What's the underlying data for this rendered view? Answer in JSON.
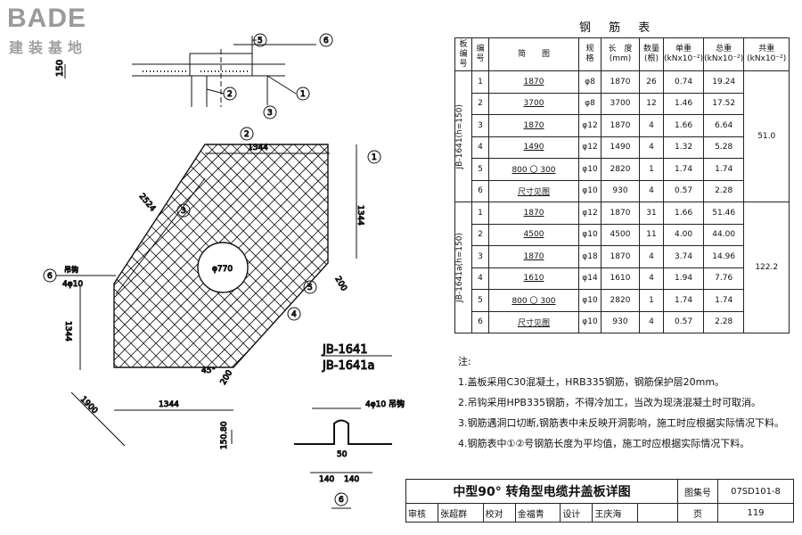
{
  "logo": {
    "main": "BADE",
    "sub": "建装基地"
  },
  "table": {
    "title": "钢 筋 表",
    "headers": {
      "plate": "板\n编\n号",
      "no": "编\n号",
      "sketch": "简　　图",
      "spec": "规\n格",
      "length": "长　度\n(mm)",
      "count": "数量\n(根)",
      "unit_w": "单重\n(kNx10⁻²)",
      "total_w": "总重\n(kNx10⁻²)",
      "sum_w": "共重\n(kNx10⁻²)"
    },
    "groups": [
      {
        "plate": "JB-1641(h=150)",
        "sum": "51.0",
        "rows": [
          {
            "no": "1",
            "sketch": "1870",
            "spec": "φ8",
            "length": "1870",
            "count": "26",
            "unit": "0.74",
            "total": "19.24"
          },
          {
            "no": "2",
            "sketch": "3700",
            "spec": "φ8",
            "length": "3700",
            "count": "12",
            "unit": "1.46",
            "total": "17.52"
          },
          {
            "no": "3",
            "sketch": "1870",
            "spec": "φ12",
            "length": "1870",
            "count": "4",
            "unit": "1.66",
            "total": "6.64"
          },
          {
            "no": "4",
            "sketch": "1490",
            "spec": "φ12",
            "length": "1490",
            "count": "4",
            "unit": "1.32",
            "total": "5.28"
          },
          {
            "no": "5",
            "sketch": "800 〇 300",
            "spec": "φ10",
            "length": "2820",
            "count": "1",
            "unit": "1.74",
            "total": "1.74"
          },
          {
            "no": "6",
            "sketch": "尺寸见图",
            "spec": "φ10",
            "length": "930",
            "count": "4",
            "unit": "0.57",
            "total": "2.28"
          }
        ]
      },
      {
        "plate": "JB-1641a(h=150)",
        "sum": "122.2",
        "rows": [
          {
            "no": "1",
            "sketch": "1870",
            "spec": "φ12",
            "length": "1870",
            "count": "31",
            "unit": "1.66",
            "total": "51.46"
          },
          {
            "no": "2",
            "sketch": "4500",
            "spec": "φ10",
            "length": "4500",
            "count": "11",
            "unit": "4.00",
            "total": "44.00"
          },
          {
            "no": "3",
            "sketch": "1870",
            "spec": "φ18",
            "length": "1870",
            "count": "4",
            "unit": "3.74",
            "total": "14.96"
          },
          {
            "no": "4",
            "sketch": "1610",
            "spec": "φ14",
            "length": "1610",
            "count": "4",
            "unit": "1.94",
            "total": "7.76"
          },
          {
            "no": "5",
            "sketch": "800 〇 300",
            "spec": "φ10",
            "length": "2820",
            "count": "1",
            "unit": "1.74",
            "total": "1.74"
          },
          {
            "no": "6",
            "sketch": "尺寸见图",
            "spec": "φ10",
            "length": "930",
            "count": "4",
            "unit": "0.57",
            "total": "2.28"
          }
        ]
      }
    ]
  },
  "notes": {
    "heading": "注:",
    "items": [
      "1.盖板采用C30混凝土，HRB335钢筋，钢筋保护层20mm。",
      "2.吊钩采用HPB335钢筋，不得冷加工，当改为现浇混凝土时可取消。",
      "3.钢筋遇洞口切断,钢筋表中未反映开洞影响，施工时应根据实际情况下料。",
      "4.钢筋表中①②号钢筋长度为平均值，施工时应根据实际情况下料。"
    ]
  },
  "drawing": {
    "dims": {
      "d150": "150",
      "d1344_top": "1344",
      "d2524": "2524",
      "d1344_right": "1344",
      "d200a": "200",
      "d1344_left": "1344",
      "d1900": "1900",
      "d1344_bottom": "1344",
      "d200b": "200",
      "angle": "45°",
      "hole": "φ770"
    },
    "callouts": [
      "1",
      "2",
      "3",
      "4",
      "5",
      "6"
    ],
    "hook_label": "吊钩",
    "hook_spec": "4φ10",
    "plate_label_1": "JB-1641",
    "plate_label_2": "JB-1641a",
    "detail": {
      "spec": "4φ10 吊钩",
      "h": "150.80",
      "w50": "50",
      "w140a": "140",
      "w140b": "140",
      "mark": "6"
    }
  },
  "title_block": {
    "title": "中型90° 转角型电缆井盖板详图",
    "atlas_label": "图集号",
    "atlas_no": "07SD101-8",
    "review_label": "审核",
    "reviewer": "张超群",
    "check_label": "校对",
    "checker": "金福青",
    "design_label": "设计",
    "designer": "王庆海",
    "page_label": "页",
    "page_no": "119"
  }
}
